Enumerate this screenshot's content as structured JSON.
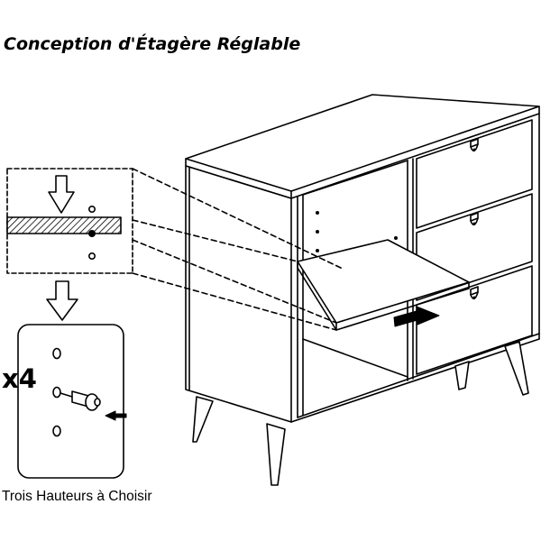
{
  "title": "Conception d'Étagère Réglable",
  "caption": "Trois Hauteurs à Choisir",
  "pin_count": "x4",
  "icons": {
    "down_arrow": "down-arrow-icon",
    "push_arrow": "push-arrow-icon",
    "shelf_pin": "shelf-pin-icon",
    "drawer_handle": "drawer-handle-icon"
  },
  "colors": {
    "line": "#000000",
    "background": "#ffffff"
  }
}
